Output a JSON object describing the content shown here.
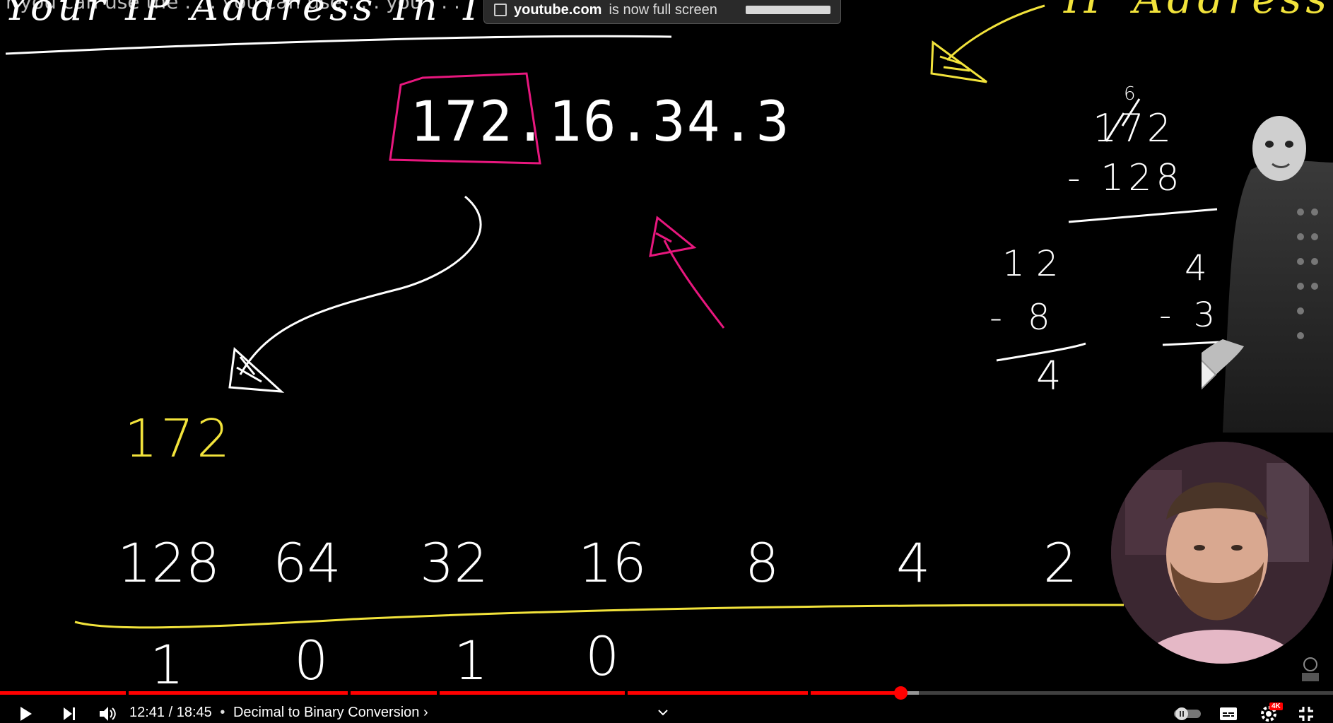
{
  "overlay": {
    "top_caption": "r you can use the . . . you can use . . . you . . .",
    "top_heading": "Your IP Address In The",
    "top_right_heading": "IP Address",
    "fullscreen_toast": {
      "domain": "youtube.com",
      "message": "is now full screen"
    }
  },
  "whiteboard": {
    "ip_address": "172.16.34.3",
    "left_note": "172",
    "subtraction_top": {
      "superscript": "6",
      "top": "172",
      "minus": "- 128"
    },
    "subtraction_mid": {
      "left_digits": "1  2",
      "minus": "- 8",
      "result": "4"
    },
    "subtraction_right": {
      "top": "4",
      "minus": "- 3"
    },
    "place_values": [
      "128",
      "64",
      "32",
      "16",
      "8",
      "4",
      "2"
    ],
    "bits": [
      "1",
      "0",
      "1",
      "0"
    ]
  },
  "player": {
    "current_time": "12:41",
    "duration": "18:45",
    "chapter": "Decimal to Binary Conversion",
    "chapter_chevron": "›",
    "progress_fraction": 0.676,
    "icons": {
      "play": "play-icon",
      "next": "next-icon",
      "volume": "volume-icon",
      "chapter_dropdown": "chevron-down-icon",
      "autoplay": "autoplay-toggle-icon",
      "subtitles": "subtitles-icon",
      "settings": "settings-icon",
      "settings_badge": "4K",
      "exit_fullscreen": "exit-fullscreen-icon"
    }
  },
  "colors": {
    "pink": "#e8177e",
    "yellow": "#f2e33b",
    "progress_red": "#ff0000"
  }
}
